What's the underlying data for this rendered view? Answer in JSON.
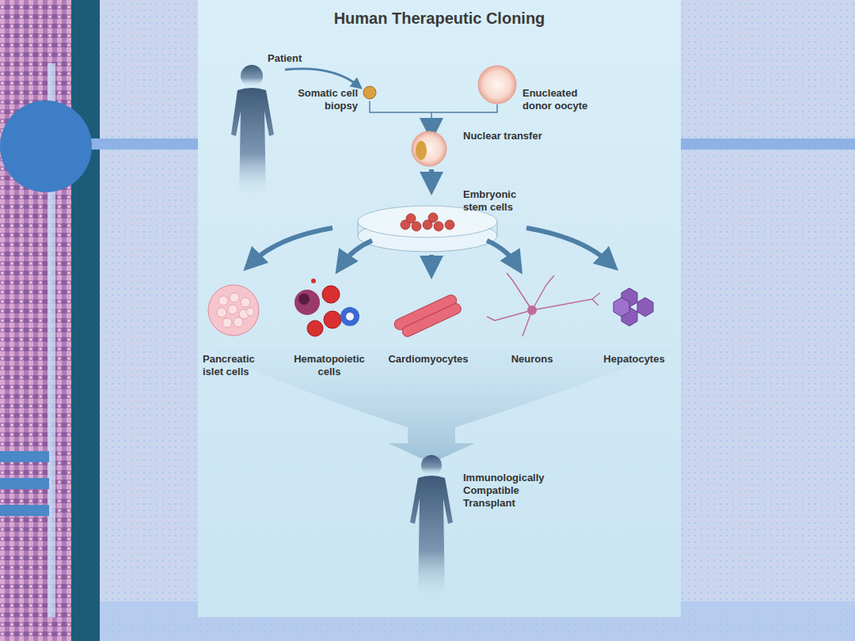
{
  "diagram": {
    "title": "Human Therapeutic Cloning",
    "labels": [
      "Patient",
      "Somatic cell biopsy",
      "Enucleated donor oocyte",
      "Nuclear transfer",
      "Embryonic stem cells",
      "Pancreatic islet cells",
      "Hematopoietic cells",
      "Cardiomyocytes",
      "Neurons",
      "Hepatocytes",
      "Immunologically Compatible Transplant"
    ]
  }
}
